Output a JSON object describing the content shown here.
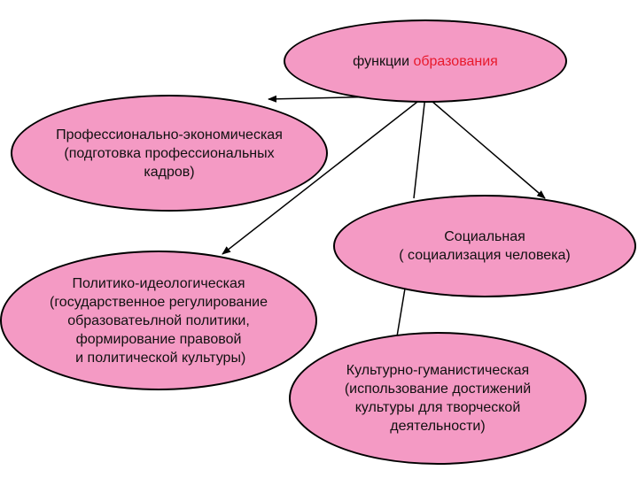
{
  "colors": {
    "node_fill": "#f49ac4",
    "stroke": "#000000",
    "accent": "#e8192c"
  },
  "root": {
    "prefix": "функции",
    "highlight": "образования"
  },
  "nodes": [
    {
      "id": "professional-economic",
      "lines": [
        "Профессионально-экономическая",
        "(подготовка  профессиональных",
        "кадров)"
      ]
    },
    {
      "id": "social",
      "lines": [
        "Социальная",
        "( социализация человека)"
      ]
    },
    {
      "id": "political-ideological",
      "lines": [
        "Политико-идеологическая",
        "(государственное регулирование",
        "образоватеьлной политики,",
        "формирование правовой",
        " и политической культуры)"
      ]
    },
    {
      "id": "cultural-humanistic",
      "lines": [
        "Культурно-гуманистическая",
        "(использование достижений",
        "культуры для творческой",
        "деятельности)"
      ]
    }
  ]
}
